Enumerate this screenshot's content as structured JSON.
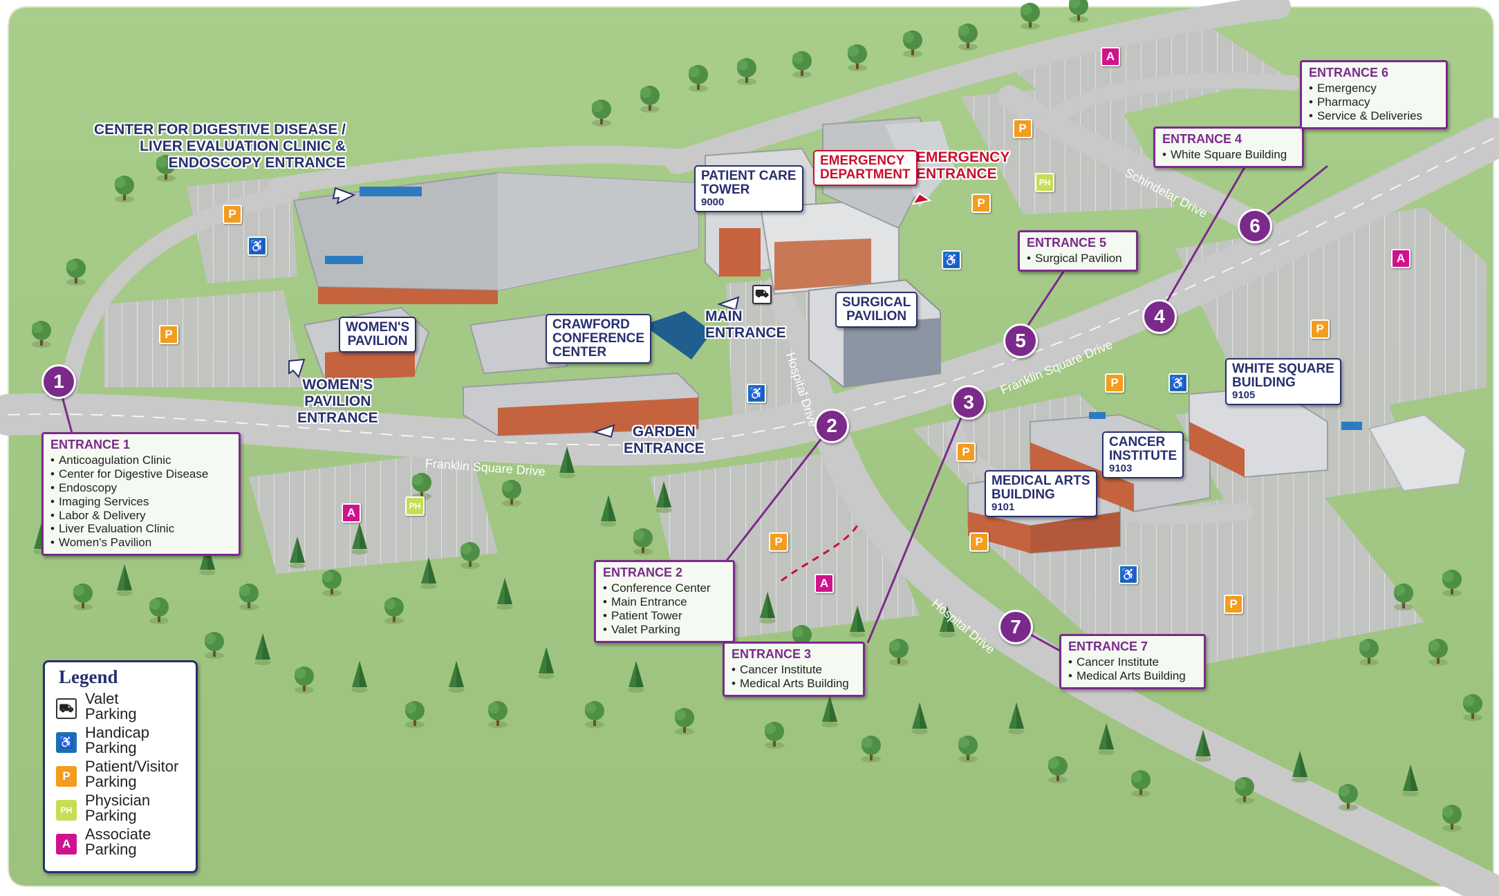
{
  "buildings": {
    "digestive": "CENTER FOR DIGESTIVE DISEASE / LIVER EVALUATION CLINIC & ENDOSCOPY ENTRANCE",
    "digestive_l1": "CENTER FOR DIGESTIVE DISEASE /",
    "digestive_l2": "LIVER EVALUATION CLINIC &",
    "digestive_l3": "ENDOSCOPY ENTRANCE",
    "patient_tower_l1": "PATIENT CARE",
    "patient_tower_l2": "TOWER",
    "patient_tower_num": "9000",
    "emergency_dept_l1": "EMERGENCY",
    "emergency_dept_l2": "DEPARTMENT",
    "emergency_entrance_l1": "EMERGENCY",
    "emergency_entrance_l2": "ENTRANCE",
    "womens_pavilion_l1": "WOMEN'S",
    "womens_pavilion_l2": "PAVILION",
    "womens_entrance_l1": "WOMEN'S",
    "womens_entrance_l2": "PAVILION",
    "womens_entrance_l3": "ENTRANCE",
    "crawford_l1": "CRAWFORD",
    "crawford_l2": "CONFERENCE",
    "crawford_l3": "CENTER",
    "main_entrance_l1": "MAIN",
    "main_entrance_l2": "ENTRANCE",
    "surgical_l1": "SURGICAL",
    "surgical_l2": "PAVILION",
    "garden_l1": "GARDEN",
    "garden_l2": "ENTRANCE",
    "white_square_l1": "WHITE SQUARE",
    "white_square_l2": "BUILDING",
    "white_square_num": "9105",
    "cancer_l1": "CANCER",
    "cancer_l2": "INSTITUTE",
    "cancer_num": "9103",
    "medical_arts_l1": "MEDICAL ARTS",
    "medical_arts_l2": "BUILDING",
    "medical_arts_num": "9101"
  },
  "streets": {
    "franklin_main": "Franklin Square Drive",
    "franklin_upper": "Franklin Square Drive",
    "hospital_north": "Hospital Drive",
    "hospital_south": "Hospital Drive",
    "schindelar": "Schindelar Drive"
  },
  "entrances": [
    {
      "num": "1",
      "title": "ENTRANCE 1",
      "items": [
        "Anticoagulation Clinic",
        "Center for Digestive Disease",
        "Endoscopy",
        "Imaging Services",
        "Labor & Delivery",
        "Liver Evaluation Clinic",
        "Women's Pavilion"
      ]
    },
    {
      "num": "2",
      "title": "ENTRANCE 2",
      "items": [
        "Conference Center",
        "Main Entrance",
        "Patient Tower",
        "Valet Parking"
      ]
    },
    {
      "num": "3",
      "title": "ENTRANCE 3",
      "items": [
        "Cancer Institute",
        "Medical Arts Building"
      ]
    },
    {
      "num": "4",
      "title": "ENTRANCE 4",
      "items": [
        "White Square Building"
      ]
    },
    {
      "num": "5",
      "title": "ENTRANCE 5",
      "items": [
        "Surgical Pavilion"
      ]
    },
    {
      "num": "6",
      "title": "ENTRANCE 6",
      "items": [
        "Emergency",
        "Pharmacy",
        "Service & Deliveries"
      ]
    },
    {
      "num": "7",
      "title": "ENTRANCE 7",
      "items": [
        "Cancer Institute",
        "Medical Arts Building"
      ]
    }
  ],
  "parking_markers": {
    "patient": "P",
    "associate": "A",
    "physician": "PH",
    "handicap_icon": "wheelchair-icon",
    "valet_icon": "car-icon"
  },
  "legend": {
    "title": "Legend",
    "items": [
      {
        "icon": "car-icon",
        "label": "Valet Parking"
      },
      {
        "icon": "wheelchair-icon",
        "label": "Handicap Parking"
      },
      {
        "icon": "P",
        "label": "Patient/Visitor Parking"
      },
      {
        "icon": "PH",
        "label": "Physician Parking"
      },
      {
        "icon": "A",
        "label": "Associate Parking"
      }
    ],
    "l0a": "Valet",
    "l0b": "Parking",
    "l1a": "Handicap",
    "l1b": "Parking",
    "l2a": "Patient/Visitor",
    "l2b": "Parking",
    "l3a": "Physician",
    "l3b": "Parking",
    "l4a": "Associate",
    "l4b": "Parking"
  },
  "colors": {
    "grass": "#a3c785",
    "road": "#c9c9c9",
    "purple": "#7b2a8b",
    "navy": "#27306e",
    "red": "#c8102e",
    "patient_parking": "#f39c1e",
    "associate_parking": "#d1128d",
    "physician_parking": "#c7dd53",
    "handicap": "#1a6fb5"
  }
}
